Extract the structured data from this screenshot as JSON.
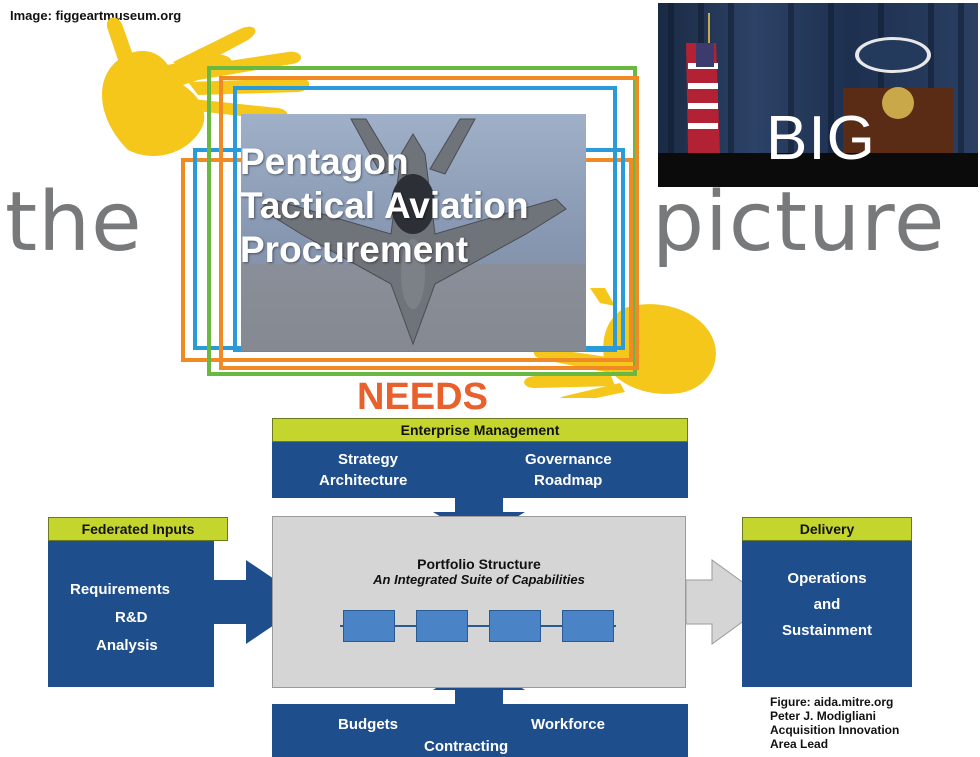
{
  "credit": "Image: figgeartmuseum.org",
  "banner": {
    "word_left": "the",
    "word_right": "picture",
    "big_word": "BIG",
    "jet_title_lines": [
      "Pentagon",
      "Tactical Aviation",
      "Procurement"
    ],
    "needs": "NEEDS"
  },
  "diagram": {
    "enterprise": {
      "header": "Enterprise Management",
      "items": [
        "Strategy",
        "Governance",
        "Architecture",
        "Roadmap"
      ]
    },
    "federated": {
      "header": "Federated Inputs",
      "items": [
        "Requirements",
        "R&D",
        "Analysis"
      ]
    },
    "portfolio": {
      "title": "Portfolio Structure",
      "subtitle": "An Integrated Suite of Capabilities",
      "capability_count": 4
    },
    "delivery": {
      "header": "Delivery",
      "items": [
        "Operations",
        "and",
        "Sustainment"
      ]
    },
    "bottom": {
      "items": [
        "Budgets",
        "Workforce",
        "Contracting"
      ]
    }
  },
  "figure_credit": {
    "lines": [
      "Figure: aida.mitre.org",
      "Peter J. Modigliani",
      "Acquisition Innovation",
      "Area Lead"
    ]
  },
  "colors": {
    "navy": "#1f4e8c",
    "header_green": "#c4d52e",
    "needs_orange": "#e8602c",
    "hand_yellow": "#f5c71a",
    "frame_orange": "#f08a24",
    "frame_green": "#6ab842",
    "frame_blue": "#2b9ad8",
    "gray_word": "#77797b"
  }
}
